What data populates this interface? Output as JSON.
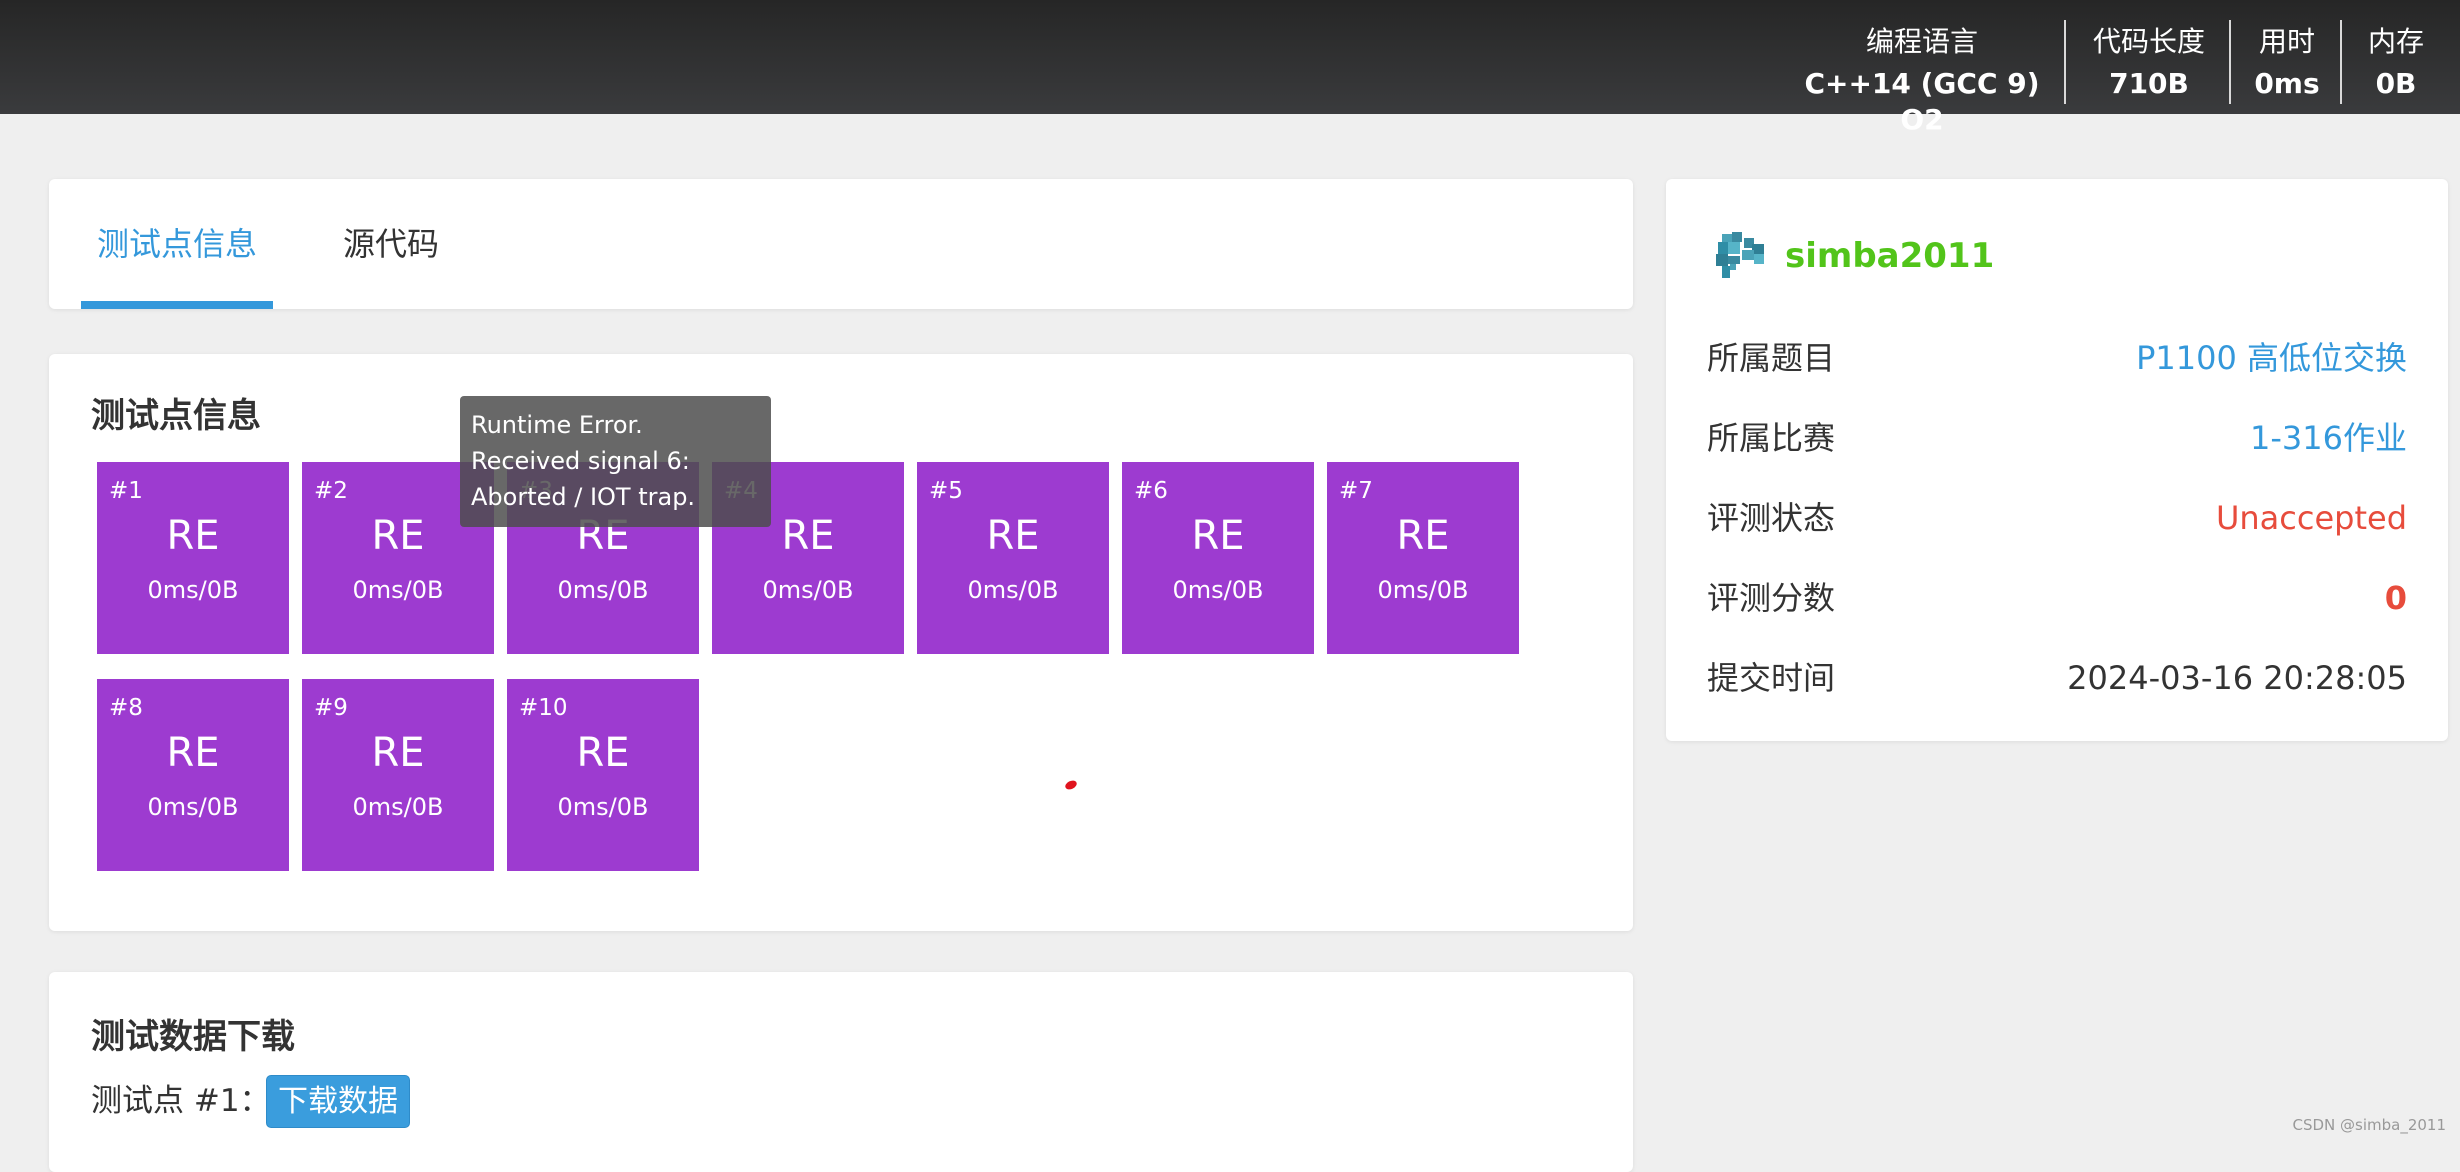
{
  "header": {
    "stats": [
      {
        "label": "编程语言",
        "value": "C++14 (GCC 9) O2"
      },
      {
        "label": "代码长度",
        "value": "710B"
      },
      {
        "label": "用时",
        "value": "0ms"
      },
      {
        "label": "内存",
        "value": "0B"
      }
    ]
  },
  "tabs": [
    {
      "label": "测试点信息",
      "active": true
    },
    {
      "label": "源代码",
      "active": false
    }
  ],
  "testcases": {
    "title": "测试点信息",
    "items": [
      {
        "num": "#1",
        "status": "RE",
        "meta": "0ms/0B"
      },
      {
        "num": "#2",
        "status": "RE",
        "meta": "0ms/0B"
      },
      {
        "num": "#3",
        "status": "RE",
        "meta": "0ms/0B"
      },
      {
        "num": "#4",
        "status": "RE",
        "meta": "0ms/0B"
      },
      {
        "num": "#5",
        "status": "RE",
        "meta": "0ms/0B"
      },
      {
        "num": "#6",
        "status": "RE",
        "meta": "0ms/0B"
      },
      {
        "num": "#7",
        "status": "RE",
        "meta": "0ms/0B"
      },
      {
        "num": "#8",
        "status": "RE",
        "meta": "0ms/0B"
      },
      {
        "num": "#9",
        "status": "RE",
        "meta": "0ms/0B"
      },
      {
        "num": "#10",
        "status": "RE",
        "meta": "0ms/0B"
      }
    ],
    "tile_color": "#9d3bd0"
  },
  "tooltip": {
    "lines": [
      "Runtime Error.",
      "Received signal 6:",
      "Aborted / IOT trap."
    ]
  },
  "download": {
    "title": "测试数据下载",
    "case_label": "测试点 #1：",
    "button_label": "下载数据"
  },
  "submission": {
    "user": {
      "name": "simba2011",
      "avatar_icon": "pixel-avatar-icon",
      "color": "#52c41a"
    },
    "rows": [
      {
        "label": "所属题目",
        "value": "P1100 高低位交换",
        "color": "#3498db"
      },
      {
        "label": "所属比赛",
        "value": "1-316作业",
        "color": "#3498db"
      },
      {
        "label": "评测状态",
        "value": "Unaccepted",
        "color": "#e74c3c"
      },
      {
        "label": "评测分数",
        "value": "0",
        "color": "#e74c3c"
      },
      {
        "label": "提交时间",
        "value": "2024-03-16 20:28:05",
        "color": "#333333"
      }
    ]
  },
  "watermark": "CSDN @simba_2011",
  "colors": {
    "accent": "#3498db",
    "tile": "#9d3bd0",
    "error": "#e74c3c",
    "user": "#52c41a"
  }
}
